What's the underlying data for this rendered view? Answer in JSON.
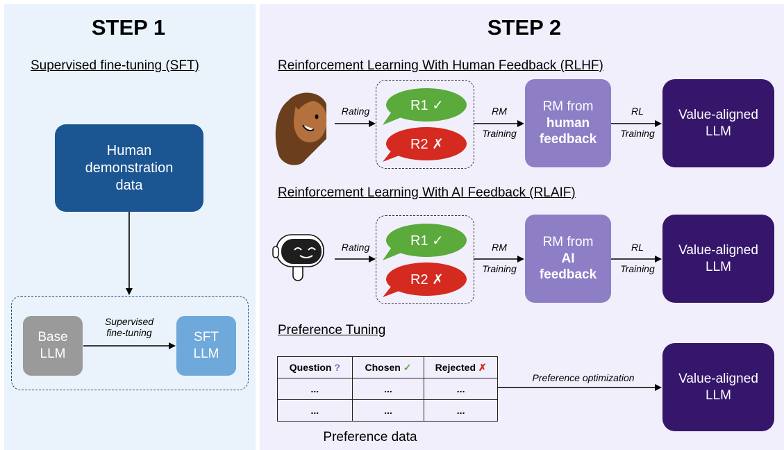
{
  "step1": {
    "title": "STEP 1",
    "section": "Supervised fine-tuning (SFT)",
    "demo_box": "Human demonstration data",
    "base_llm": "Base LLM",
    "sft_llm": "SFT LLM",
    "arrow_label_1": "Supervised",
    "arrow_label_2": "fine-tuning"
  },
  "step2": {
    "title": "STEP 2",
    "rlhf": {
      "section": "Reinforcement Learning With Human Feedback (RLHF)",
      "rating": "Rating",
      "r1": "R1 ✓",
      "r2": "R2 ✗",
      "rm_label": "RM",
      "training_label": "Training",
      "rm_box_line1": "RM from",
      "rm_box_line2": "human",
      "rm_box_line3": "feedback",
      "rl_label": "RL",
      "rl_training": "Training",
      "final": "Value-aligned LLM"
    },
    "rlaif": {
      "section": "Reinforcement Learning With AI Feedback (RLAIF)",
      "rating": "Rating",
      "r1": "R1 ✓",
      "r2": "R2 ✗",
      "rm_label": "RM",
      "training_label": "Training",
      "rm_box_line1": "RM from",
      "rm_box_line2": "AI",
      "rm_box_line3": "feedback",
      "rl_label": "RL",
      "rl_training": "Training",
      "final": "Value-aligned LLM"
    },
    "pref": {
      "section": "Preference Tuning",
      "headers": [
        "Question",
        "Chosen",
        "Rejected"
      ],
      "header_marks": [
        "?",
        "✓",
        "✗"
      ],
      "rows": [
        [
          "...",
          "...",
          "..."
        ],
        [
          "...",
          "...",
          "..."
        ]
      ],
      "caption": "Preference data",
      "arrow_label": "Preference optimization",
      "final": "Value-aligned LLM"
    }
  },
  "colors": {
    "dark_purple": "#35166b",
    "rm_purple": "#8e7ec6",
    "green_bubble": "#5aaa3c",
    "red_bubble": "#d42a20",
    "demo_blue": "#1b5692",
    "sft_blue": "#6fa8db",
    "base_gray": "#9a9a9a"
  }
}
